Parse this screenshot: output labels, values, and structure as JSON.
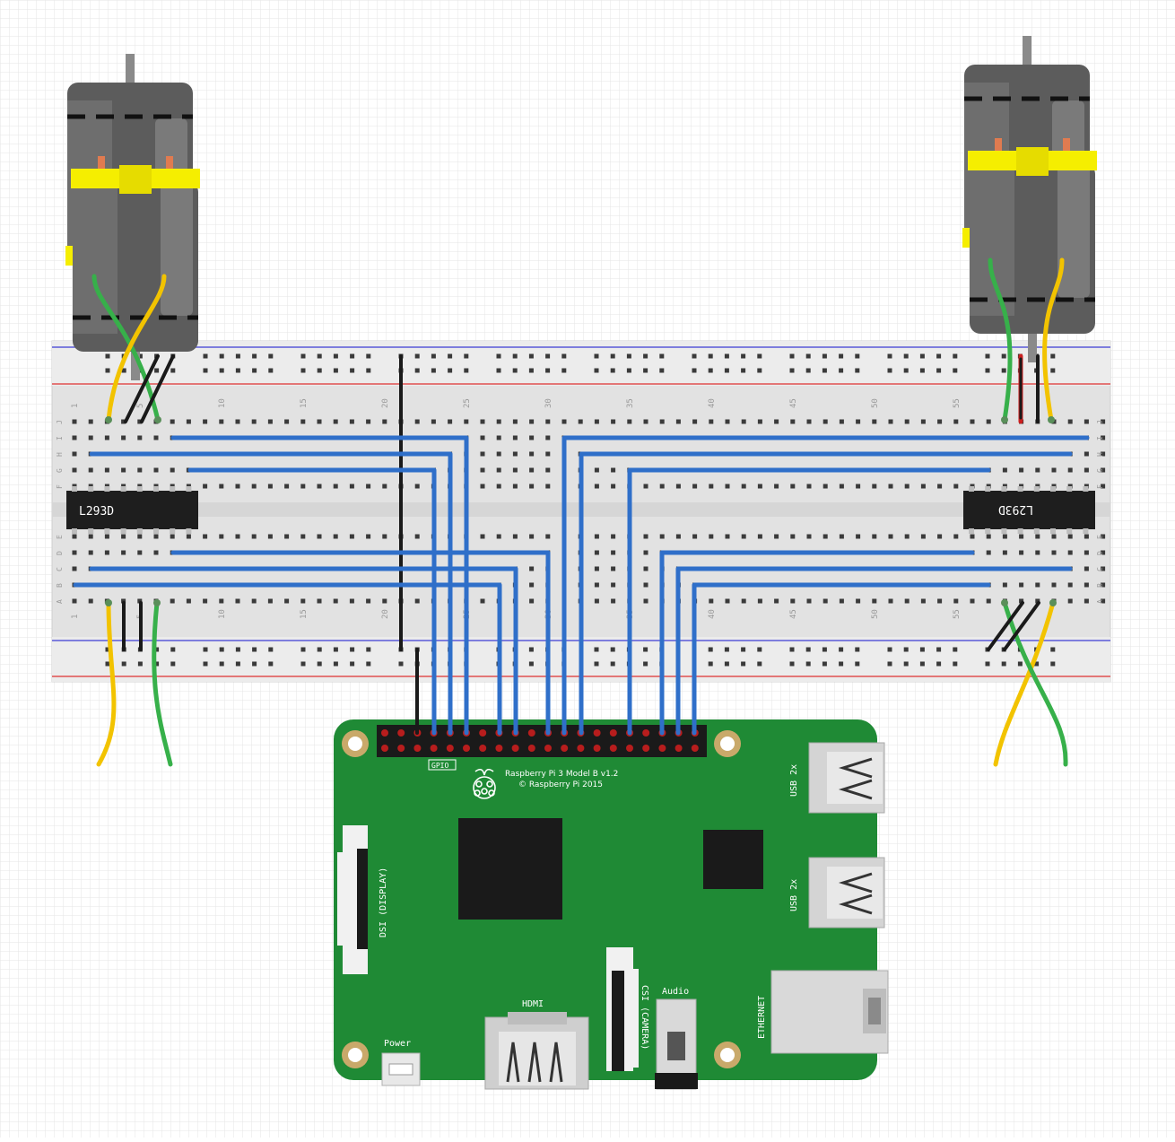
{
  "diagram": {
    "chips": {
      "left": "L293D",
      "right": "L293D"
    },
    "breadboard": {
      "column_numbers": [
        "1",
        "5",
        "10",
        "15",
        "20",
        "25",
        "30",
        "35",
        "40",
        "45",
        "50",
        "55"
      ],
      "row_letters_top": [
        "J",
        "I",
        "H",
        "G",
        "F"
      ],
      "row_letters_bottom": [
        "E",
        "D",
        "C",
        "B",
        "A"
      ]
    },
    "pi": {
      "title_line1": "Raspberry Pi 3 Model B v1.2",
      "title_line2": "© Raspberry Pi 2015",
      "gpio_label": "GPIO",
      "usb_label_1": "USB 2x",
      "usb_label_2": "USB 2x",
      "dsi_label": "DSI (DISPLAY)",
      "csi_label": "CSI (CAMERA)",
      "hdmi_label": "HDMI",
      "audio_label": "Audio",
      "power_label": "Power",
      "ethernet_label": "ETHERNET"
    },
    "colors": {
      "wire_blue": "#2f6fc9",
      "wire_green": "#37b04a",
      "wire_yellow": "#f2c300",
      "wire_black": "#1a1a1a",
      "wire_red": "#cc1f1f",
      "pi_board": "#1f8a35",
      "motor_body": "#6b6b6b",
      "motor_cap": "#f5ee00",
      "rail_red": "#e05050",
      "rail_blue": "#5a5ad8"
    }
  }
}
